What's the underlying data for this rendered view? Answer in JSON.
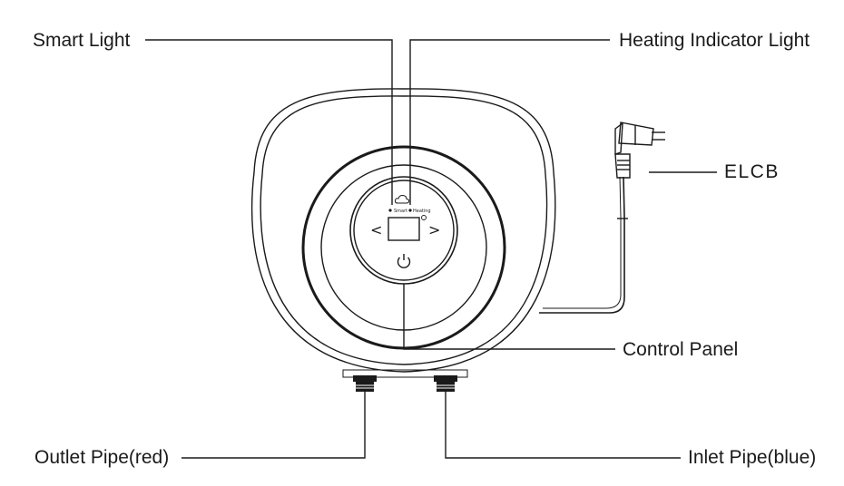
{
  "labels": {
    "smart_light": "Smart Light",
    "heating_indicator_light": "Heating Indicator Light",
    "elcb": "ELCB",
    "control_panel": "Control Panel",
    "outlet_pipe": "Outlet Pipe(red)",
    "inlet_pipe": "Inlet Pipe(blue)"
  },
  "panel": {
    "smart_text": "Smart",
    "heating_text": "Heating",
    "left_arrow": "<",
    "right_arrow": ">"
  },
  "icons": {
    "power": "power-icon",
    "cloud": "cloud-icon",
    "plug": "plug-icon"
  },
  "colors": {
    "line": "#1a1a1a",
    "background": "#ffffff"
  }
}
